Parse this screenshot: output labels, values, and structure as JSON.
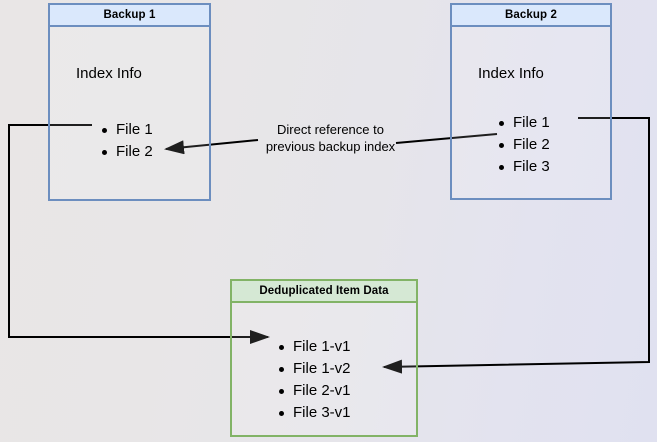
{
  "diagram": {
    "title_text": "",
    "background": {
      "gradient_from": "#e9e6e6",
      "gradient_to": "#e0e1f0"
    },
    "colors": {
      "blue_border": "#6c8ebf",
      "blue_header_fill": "#dae8fc",
      "green_border": "#82b366",
      "green_header_fill": "#d5e8d4",
      "connector": "#000000"
    },
    "boxes": [
      {
        "id": "backup-1",
        "header": "Backup 1",
        "section_label": "Index Info",
        "items": [
          "File 1",
          "File 2"
        ]
      },
      {
        "id": "backup-2",
        "header": "Backup 2",
        "section_label": "Index Info",
        "items": [
          "File 1",
          "File 2",
          "File 3"
        ]
      },
      {
        "id": "deduplicated-item-data",
        "header": "Deduplicated Item Data",
        "section_label": "",
        "items": [
          "File 1-v1",
          "File 1-v2",
          "File 2-v1",
          "File 3-v1"
        ]
      }
    ],
    "annotation": {
      "line1": "Direct reference to",
      "line2": "previous backup index"
    }
  }
}
